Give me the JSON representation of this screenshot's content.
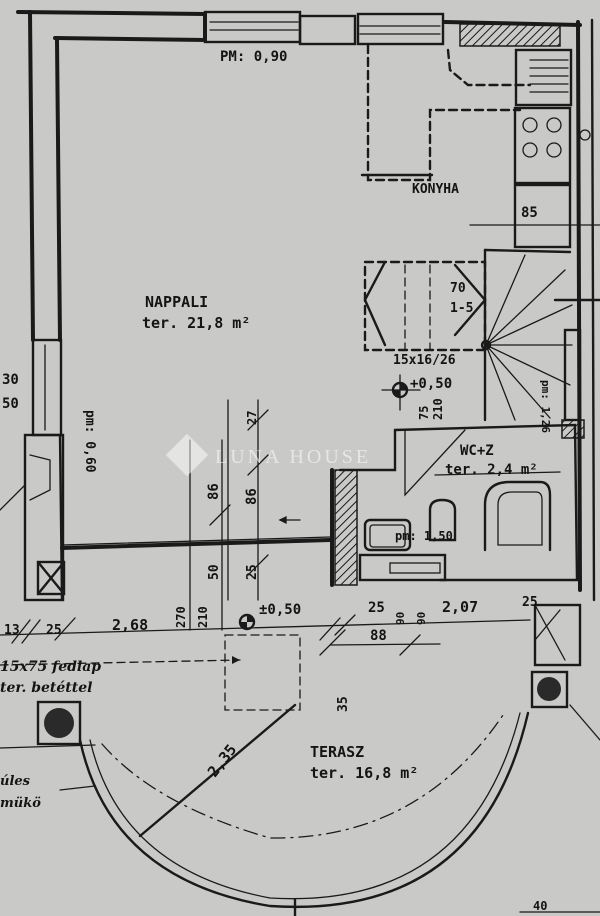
{
  "rooms": {
    "nappali": {
      "name": "NAPPALI",
      "area": "ter. 21,8 m²"
    },
    "konyha": {
      "name": "KONYHA"
    },
    "wc": {
      "name": "WC+Z",
      "area": "ter. 2,4 m²"
    },
    "terasz": {
      "name": "TERASZ",
      "area": "ter. 16,8 m²"
    }
  },
  "annotations": {
    "window_top": "PM: 0,90",
    "window_left": "pm: 0,60",
    "wc_sill": "pm: 1,50",
    "stair_spec": "15x16/26",
    "stair_right": "pm: 1,26",
    "stair_rise": "70",
    "stair_num": "1-5",
    "level_inner": "+0,50",
    "level_outer": "±0,50",
    "door_wc_w": "75",
    "door_wc_h": "210",
    "kitchen_dim": "85",
    "fedlap_line1": "15x75 fedlap",
    "fedlap_line2": "ter. betéttel",
    "left_note_line1": "úles",
    "left_note_line2": "mükö",
    "bottom_right_dim": "40"
  },
  "dimensions": {
    "left_30": "30",
    "left_50": "50",
    "wall_86_a": "86",
    "wall_86_b": "86",
    "wall_50": "50",
    "wall_25": "25",
    "wall_27": "27",
    "bottom_13": "13",
    "bottom_25_a": "25",
    "bottom_268": "2,68",
    "bottom_270": "270",
    "bottom_210": "210",
    "bottom_25_b": "25",
    "bottom_90_a": "90",
    "bottom_90_b": "90",
    "bottom_207": "2,07",
    "bottom_88": "88",
    "bottom_25_c": "25",
    "terrace_radius": "2,35",
    "terrace_35": "35"
  },
  "watermark": "LUNA HOUSE",
  "colors": {
    "paper": "#c9c9c7",
    "ink": "#1a1a1a"
  }
}
